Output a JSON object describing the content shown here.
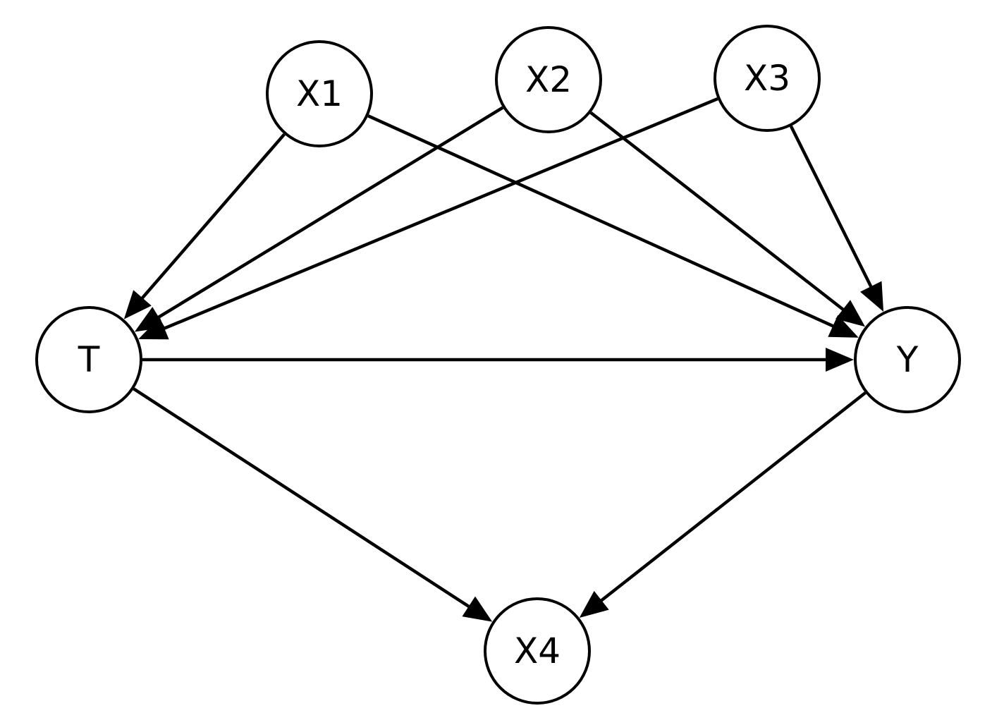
{
  "diagram": {
    "type": "directed-acyclic-graph",
    "nodes": [
      {
        "id": "X1",
        "label": "X1"
      },
      {
        "id": "X2",
        "label": "X2"
      },
      {
        "id": "X3",
        "label": "X3"
      },
      {
        "id": "T",
        "label": "T"
      },
      {
        "id": "Y",
        "label": "Y"
      },
      {
        "id": "X4",
        "label": "X4"
      }
    ],
    "edges": [
      {
        "from": "X1",
        "to": "T"
      },
      {
        "from": "X1",
        "to": "Y"
      },
      {
        "from": "X2",
        "to": "T"
      },
      {
        "from": "X2",
        "to": "Y"
      },
      {
        "from": "X3",
        "to": "T"
      },
      {
        "from": "X3",
        "to": "Y"
      },
      {
        "from": "T",
        "to": "Y"
      },
      {
        "from": "T",
        "to": "X4"
      },
      {
        "from": "Y",
        "to": "X4"
      }
    ],
    "colors": {
      "stroke": "#000000",
      "fill": "#ffffff",
      "background": "#ffffff"
    }
  }
}
